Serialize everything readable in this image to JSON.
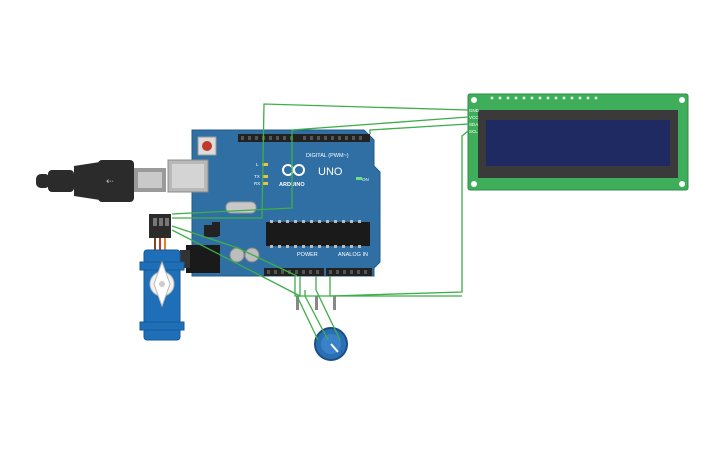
{
  "arduino": {
    "model_label": "UNO",
    "logo_label": "ARDUINO",
    "digital_label": "DIGITAL (PWM~)",
    "power_label": "POWER",
    "analog_label": "ANALOG IN",
    "on_label": "ON",
    "l_label": "L",
    "tx_label": "TX",
    "rx_label": "RX",
    "board_color": "#2f6fa3"
  },
  "lcd": {
    "pin_labels": [
      "GND",
      "VCC",
      "SDA",
      "SCL"
    ],
    "pcb_color": "#3fae5a",
    "screen_color": "#1f2a63"
  },
  "wire_color": "#3dae48",
  "usb_cable_color": "#2b2b2b",
  "servo_color": "#1f6fb8",
  "potentiometer_color": "#2a6fb3"
}
